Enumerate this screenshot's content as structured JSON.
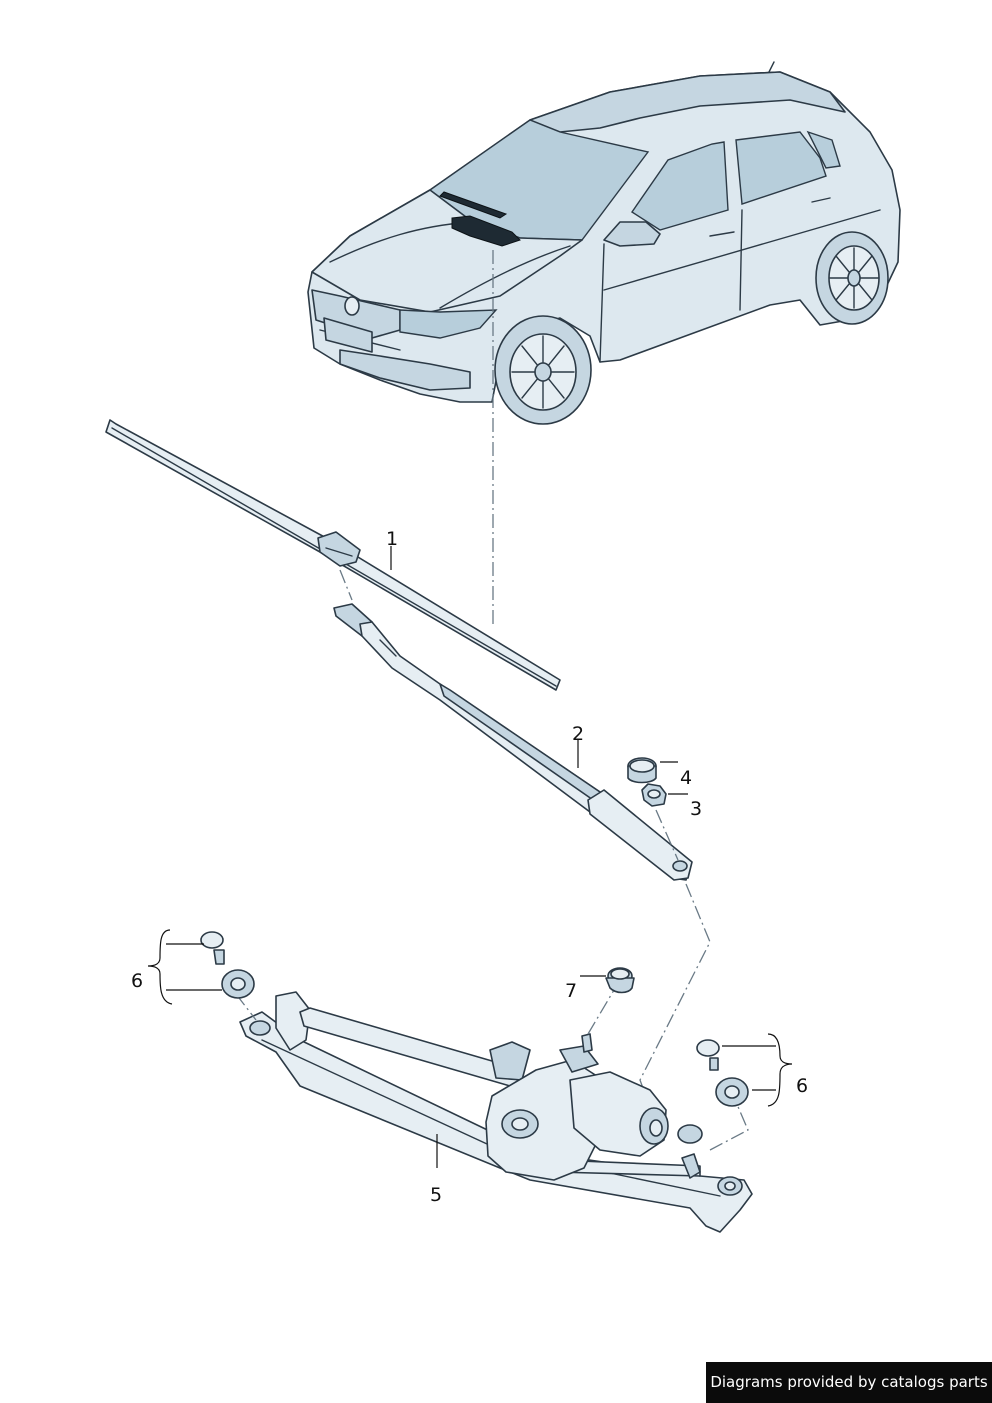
{
  "callouts": {
    "c1": "1",
    "c2": "2",
    "c3": "3",
    "c4": "4",
    "c5": "5",
    "c6a": "6",
    "c6b": "6",
    "c7": "7"
  },
  "footer": {
    "credit": "Diagrams provided by catalogs parts"
  }
}
